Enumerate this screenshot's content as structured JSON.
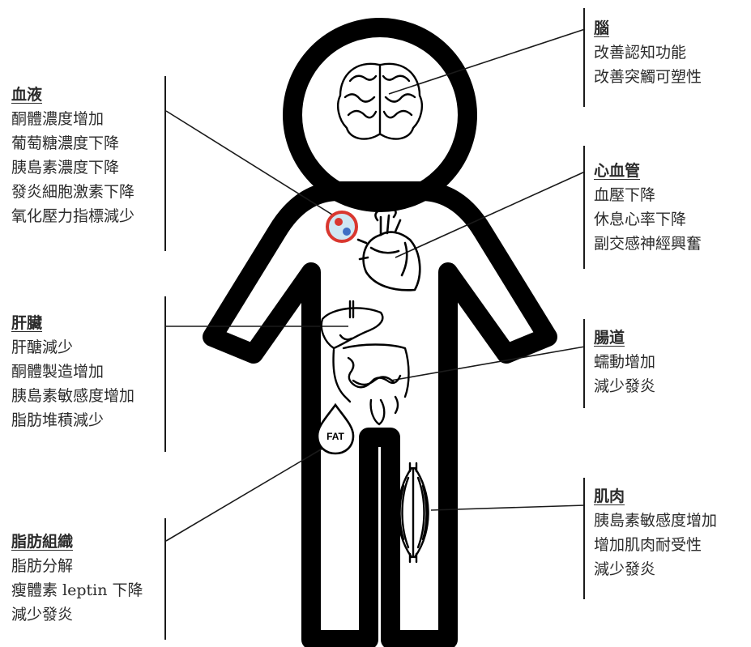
{
  "colors": {
    "body_outline": "#000000",
    "text": "#2b2b2b",
    "blood_ring": "#d9372f",
    "blood_fill": "#cfe7f3",
    "blood_red_cell": "#d9372f",
    "blood_blue_cell": "#3f6fc4"
  },
  "icons": [
    "brain-icon",
    "heart-icon",
    "blood-cell-icon",
    "liver-icon",
    "intestine-icon",
    "fat-drop-icon",
    "muscle-icon"
  ],
  "fat_label": "FAT",
  "sections": {
    "blood": {
      "title": "血液",
      "items": [
        "酮體濃度增加",
        "葡萄糖濃度下降",
        "胰島素濃度下降",
        "發炎細胞激素下降",
        "氧化壓力指標減少"
      ]
    },
    "liver": {
      "title": "肝臟",
      "items": [
        "肝醣減少",
        "酮體製造增加",
        "胰島素敏感度增加",
        "脂肪堆積減少"
      ]
    },
    "adipose": {
      "title": "脂肪組織",
      "items": [
        "脂肪分解",
        "瘦體素 leptin 下降",
        "減少發炎"
      ]
    },
    "brain": {
      "title": "腦",
      "items": [
        "改善認知功能",
        "改善突觸可塑性"
      ]
    },
    "cardio": {
      "title": "心血管",
      "items": [
        "血壓下降",
        "休息心率下降",
        "副交感神經興奮"
      ]
    },
    "gut": {
      "title": "腸道",
      "items": [
        "蠕動增加",
        "減少發炎"
      ]
    },
    "muscle": {
      "title": "肌肉",
      "items": [
        "胰島素敏感度增加",
        "增加肌肉耐受性",
        "減少發炎"
      ]
    }
  }
}
